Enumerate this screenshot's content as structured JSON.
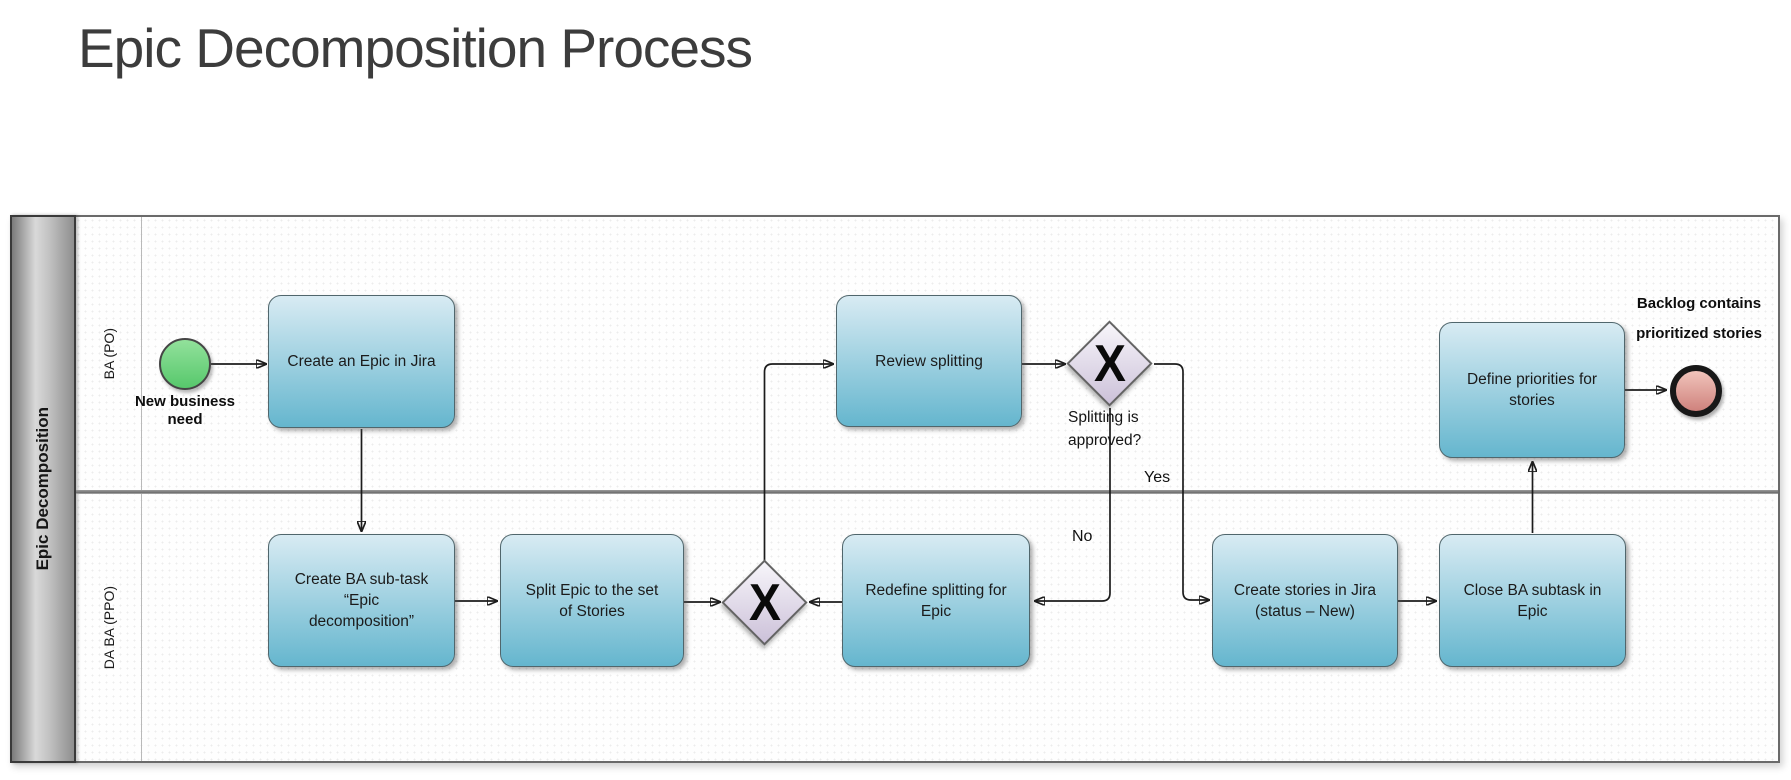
{
  "title": "Epic Decomposition Process",
  "pool": {
    "label": "Epic Decomposition",
    "lanes": [
      {
        "label": "BA (PO)"
      },
      {
        "label": "DA BA (PPO)"
      }
    ]
  },
  "events": {
    "start": {
      "label": "New business\nneed"
    },
    "end": {
      "label": "Backlog contains\nprioritized stories"
    }
  },
  "tasks": {
    "create_epic": {
      "label": "Create an Epic in Jira"
    },
    "review_splitting": {
      "label": "Review splitting"
    },
    "define_priorities": {
      "label": "Define priorities for\nstories"
    },
    "create_ba_subtask": {
      "label": "Create BA sub-task\n“Epic\ndecomposition”"
    },
    "split_epic": {
      "label": "Split Epic to the set\nof Stories"
    },
    "redefine_splitting": {
      "label": "Redefine splitting for\nEpic"
    },
    "create_stories": {
      "label": "Create stories in Jira\n(status – New)"
    },
    "close_ba_subtask": {
      "label": "Close BA subtask in\nEpic"
    }
  },
  "gateways": {
    "approval": {
      "symbol": "X",
      "question": "Splitting is\napproved?"
    },
    "merge": {
      "symbol": "X"
    }
  },
  "edge_labels": {
    "yes": "Yes",
    "no": "No"
  },
  "colors": {
    "task_top": "#d8ebf3",
    "task_bottom": "#65b6ce",
    "gateway_top": "#f7f5fa",
    "gateway_bottom": "#ccc1d9",
    "start_top": "#92e19b",
    "start_bottom": "#57c86c",
    "end_top": "#f1c4bb",
    "end_bottom": "#cf827d",
    "connector": "#1c1c1c"
  }
}
